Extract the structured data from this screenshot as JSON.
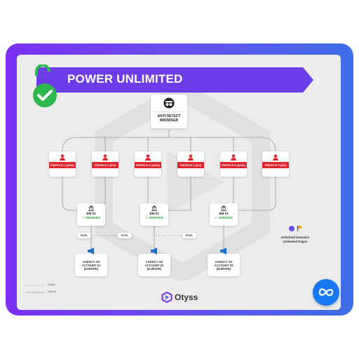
{
  "banner": {
    "title": "POWER UNLIMITED"
  },
  "browser": {
    "label": "ANTI DETECT BROWSER"
  },
  "profiles": [
    {
      "label": "PROFILE 1 (ASIA)"
    },
    {
      "label": "PROFILE 2 (EU)"
    },
    {
      "label": "PROFILE 3 (ASIA)"
    },
    {
      "label": "PROFILE 4 (EU)"
    },
    {
      "label": "PROFILE 5 (ASIA)"
    },
    {
      "label": "PROFILE 6 (EU)"
    }
  ],
  "business_managers": [
    {
      "name": "BM 01",
      "status": "✓ VERIFIED"
    },
    {
      "name": "BM 02",
      "status": "✓ VERIFIED"
    },
    {
      "name": "BM 03",
      "status": "✓ VERIFIED"
    }
  ],
  "pixels": [
    {
      "label": "PIXEL"
    },
    {
      "label": "PIXEL"
    },
    {
      "label": "PIXEL"
    }
  ],
  "ad_accounts": [
    {
      "line1": "AGENCY AD",
      "line2": "ACCOUNT 01",
      "line3": "(EUROPE)"
    },
    {
      "line1": "AGENCY AD",
      "line2": "ACCOUNT 02",
      "line3": "(EUROPE)"
    },
    {
      "line1": "AGENCY AD",
      "line2": "ACCOUNT 03",
      "line3": "(EUROPE)"
    }
  ],
  "note": {
    "line1": "Unlimited Domains",
    "line2": "Unlimited Pages"
  },
  "legend": [
    {
      "label": "Share"
    },
    {
      "label": "Linked"
    }
  ],
  "brand": {
    "name": "Otyss"
  },
  "colors": {
    "frame_start": "#7b2ff2",
    "frame_end": "#3f6ee8",
    "banner": "#6a3de8",
    "profile_bar": "#e0262f",
    "verified": "#2aa84a",
    "check": "#2db84c",
    "meta": "#1877f2"
  }
}
